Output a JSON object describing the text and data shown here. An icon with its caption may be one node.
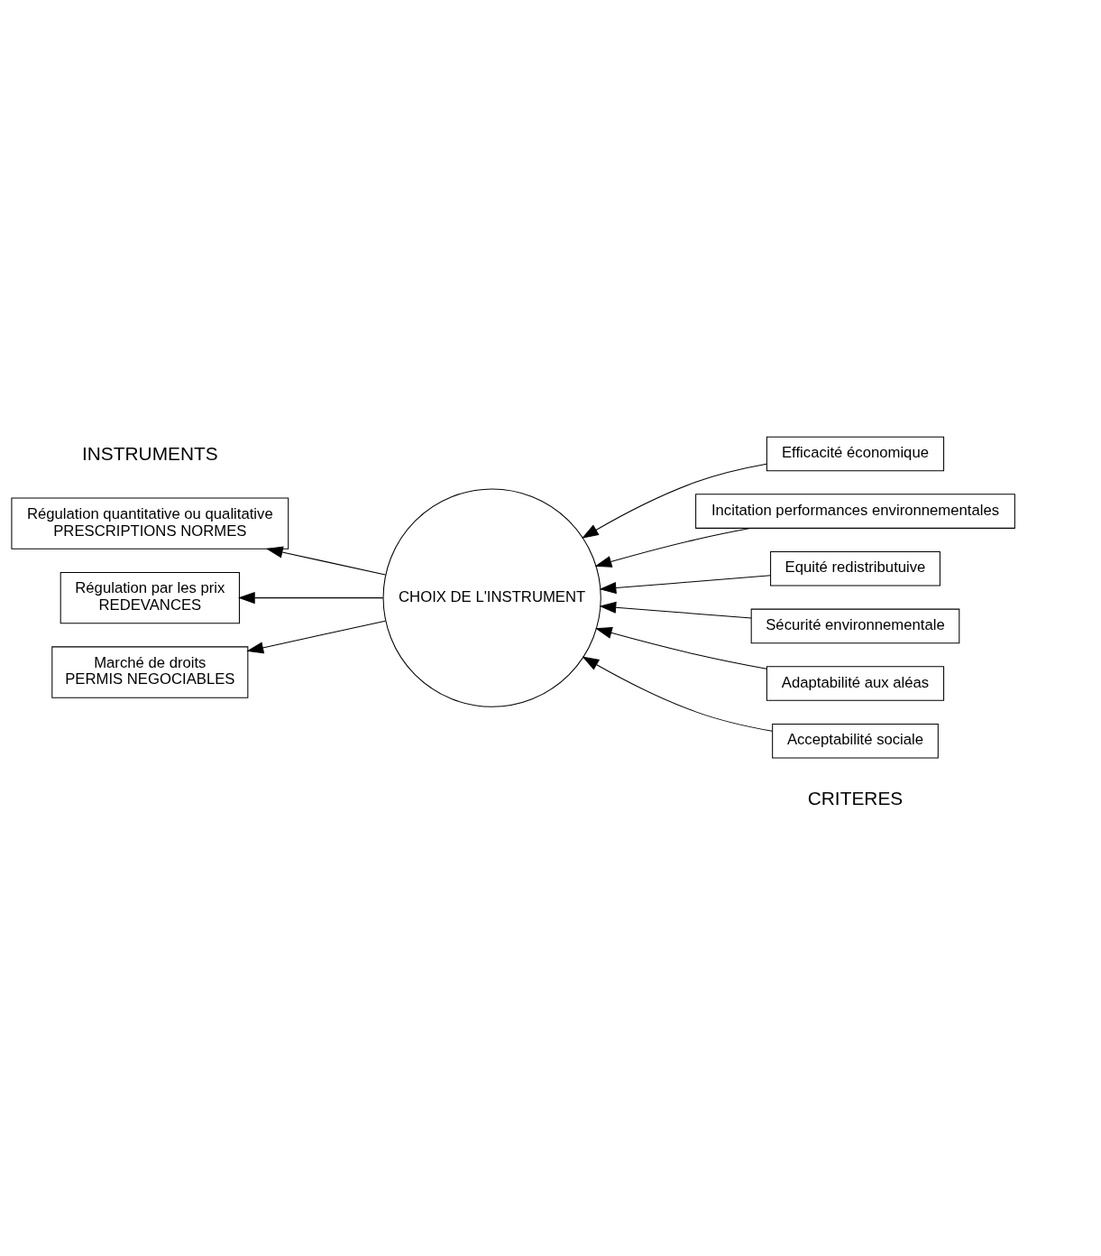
{
  "diagram": {
    "nodes": [
      {
        "text": [
          "Régulation quantitative ou qualitative",
          "PRESCRIPTIONS NORMES"
        ]
      },
      {
        "text": [
          "Efficacité économique"
        ]
      },
      {
        "text": [
          "Incitation performances environnementales"
        ]
      },
      {
        "text": [
          "CHOIX DE L'INSTRUMENT"
        ]
      },
      {
        "text": [
          "Equité redistributuive"
        ]
      },
      {
        "text": [
          "Régulation par les prix",
          "REDEVANCES"
        ]
      },
      {
        "text": [
          "Sécurité environnementale"
        ]
      },
      {
        "text": [
          "Adaptabilité aux aléas"
        ]
      },
      {
        "text": [
          "Marché de droits",
          "PERMIS NEGOCIABLES"
        ]
      },
      {
        "text": [
          "Acceptabilité sociale"
        ]
      }
    ],
    "edges": [
      {
        "from": 3,
        "to": 0,
        "arrow": "to"
      },
      {
        "from": 1,
        "to": 3,
        "arrow": "to"
      },
      {
        "from": 2,
        "to": 3,
        "arrow": "to"
      },
      {
        "from": 4,
        "to": 3,
        "arrow": "to"
      },
      {
        "from": 3,
        "to": 5,
        "arrow": "to"
      },
      {
        "from": 6,
        "to": 3,
        "arrow": "to"
      },
      {
        "from": 7,
        "to": 3,
        "arrow": "to"
      },
      {
        "from": 3,
        "to": 8,
        "arrow": "to"
      },
      {
        "from": 9,
        "to": 3,
        "arrow": "to"
      }
    ],
    "labels": [
      "INSTRUMENTS",
      "CRITERES"
    ]
  }
}
